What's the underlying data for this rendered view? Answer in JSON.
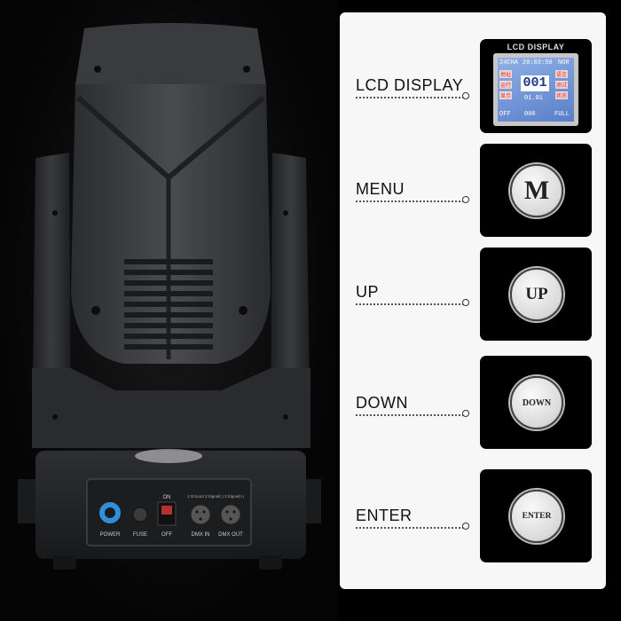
{
  "device_panel": {
    "ports": {
      "power": "POWER",
      "fuse": "FUSE",
      "switch_on": "ON",
      "switch_off": "OFF",
      "dmx_in": "DMX IN",
      "dmx_out": "DMX OUT",
      "pinout": "1:Ground 2:Signal(-) 3:Signal(+)"
    }
  },
  "callouts": [
    {
      "label": "LCD DISPLAY"
    },
    {
      "label": "MENU",
      "button_text": "M"
    },
    {
      "label": "UP",
      "button_text": "UP"
    },
    {
      "label": "DOWN",
      "button_text": "DOWN"
    },
    {
      "label": "ENTER",
      "button_text": "ENTER"
    }
  ],
  "lcd": {
    "title": "LCD DISPLAY",
    "header_left": "24CHA",
    "header_time": "20:03:50",
    "header_right": "NOR",
    "value": "001",
    "sub_value": "01.01",
    "cells": [
      "地址",
      "运行",
      "显示",
      "语言",
      "测试",
      "状态"
    ],
    "footer_left": "OFF",
    "footer_mid": "000",
    "footer_right": "FULL"
  }
}
